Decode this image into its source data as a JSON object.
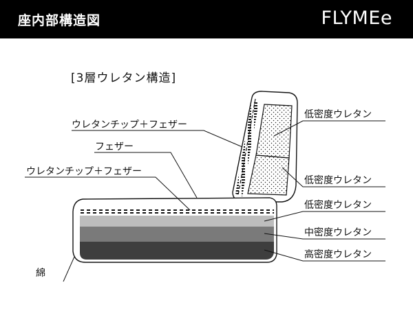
{
  "header": {
    "title": "座内部構造図",
    "brand": "FLYMEe"
  },
  "diagram": {
    "subtitle": "[3層ウレタン構造]",
    "labels_left": {
      "chip_feather_back": "ウレタンチップ＋フェザー",
      "feather": "フェザー",
      "chip_feather_seat": "ウレタンチップ＋フェザー",
      "cotton": "綿"
    },
    "labels_right": {
      "back_low_density_top": "低密度ウレタン",
      "back_low_density_bottom": "低密度ウレタン",
      "seat_low_density": "低密度ウレタン",
      "seat_mid_density": "中密度ウレタン",
      "seat_high_density": "高密度ウレタン"
    },
    "colors": {
      "header_bg": "#000000",
      "low_density_layer": "#bdbdbd",
      "mid_density_layer": "#7a7a7a",
      "high_density_layer": "#3e3e3e"
    }
  }
}
